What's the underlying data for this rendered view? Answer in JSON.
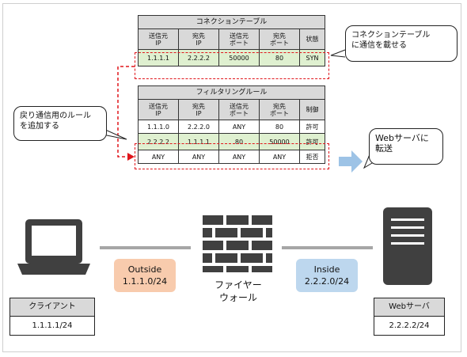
{
  "connection_table": {
    "title": "コネクションテーブル",
    "headers": [
      "送信元\nIP",
      "宛先\nIP",
      "送信元\nポート",
      "宛先\nポート",
      "状態"
    ],
    "rows": [
      [
        "1.1.1.1",
        "2.2.2.2",
        "50000",
        "80",
        "SYN"
      ]
    ]
  },
  "filter_table": {
    "title": "フィルタリングルール",
    "headers": [
      "送信元\nIP",
      "宛先\nIP",
      "送信元\nポート",
      "宛先\nポート",
      "制御"
    ],
    "rows": [
      [
        "1.1.1.0",
        "2.2.2.0",
        "ANY",
        "80",
        "許可"
      ],
      [
        "2.2.2.2",
        "1.1.1.1",
        "80",
        "50000",
        "許可"
      ],
      [
        "ANY",
        "ANY",
        "ANY",
        "ANY",
        "拒否"
      ]
    ]
  },
  "callouts": {
    "conn_note": "コネクションテーブル\nに通信を載せる",
    "rule_note": "戻り通信用のルール\nを追加する",
    "web_note": "Webサーバに\n転送"
  },
  "network": {
    "outside_label": "Outside",
    "outside_cidr": "1.1.1.0/24",
    "inside_label": "Inside",
    "inside_cidr": "2.2.2.0/24",
    "firewall_label": "ファイヤー\nウォール",
    "client_title": "クライアント",
    "client_ip": "1.1.1.1/24",
    "server_title": "Webサーバ",
    "server_ip": "2.2.2.2/24"
  },
  "colors": {
    "highlight_green": "#dff0d0",
    "header_gray": "#d9d9d9",
    "dash_red": "#e0161c",
    "outside_fill": "#f8cbad",
    "inside_fill": "#bdd7ee",
    "icon_dark": "#404040"
  },
  "icons": [
    "laptop-icon",
    "firewall-brick-icon",
    "server-icon",
    "right-arrow-icon"
  ]
}
